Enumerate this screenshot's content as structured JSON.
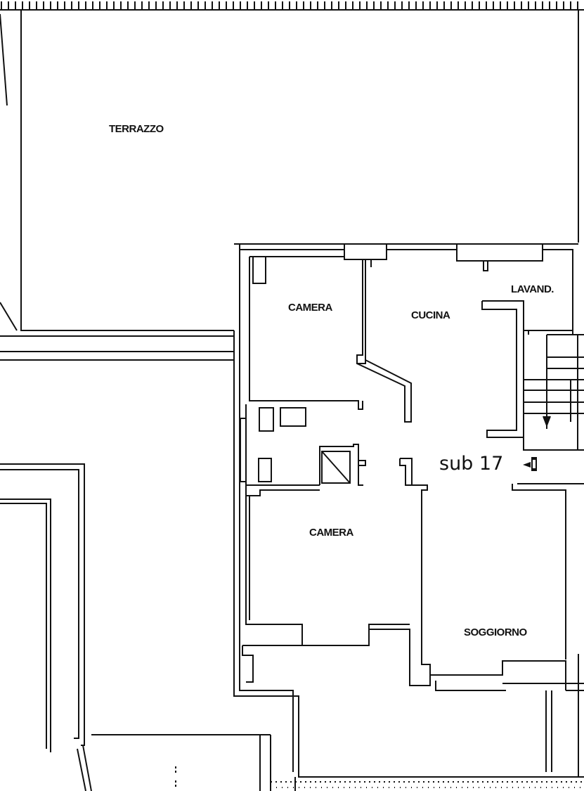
{
  "rooms": {
    "terrazzo": "TERRAZZO",
    "camera_top": "CAMERA",
    "cucina": "CUCINA",
    "lavanderia": "LAVAND.",
    "camera_bottom": "CAMERA",
    "soggiorno": "SOGGIORNO"
  },
  "unit": {
    "label": "sub 17"
  },
  "colors": {
    "ink": "#111111",
    "paper": "#ffffff"
  }
}
